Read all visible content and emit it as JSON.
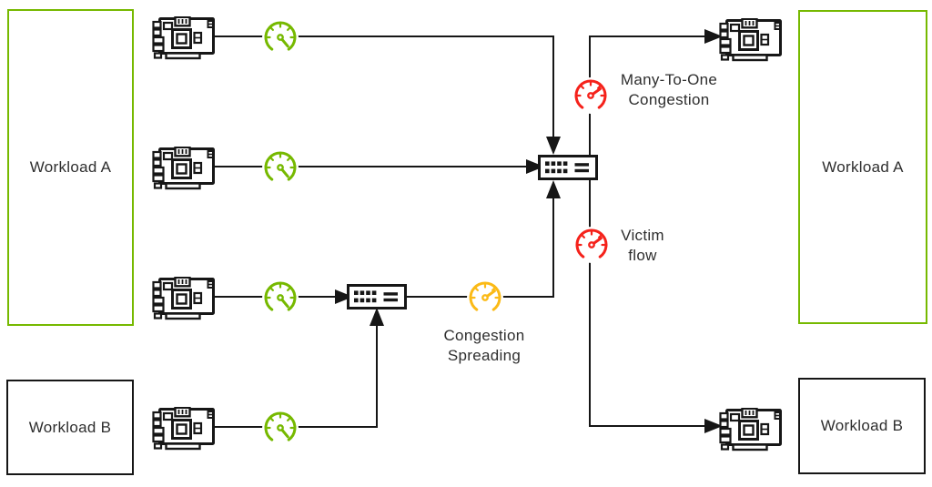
{
  "colors": {
    "green": "#76B900",
    "amber": "#FBBA16",
    "red": "#F5221B",
    "ink": "#161616",
    "text": "#2E2E2E",
    "background": "#FFFFFF"
  },
  "workload_boxes": {
    "left_a": {
      "label": "Workload A",
      "accent": "green"
    },
    "left_b": {
      "label": "Workload B",
      "accent": "dark"
    },
    "right_a": {
      "label": "Workload A",
      "accent": "green"
    },
    "right_b": {
      "label": "Workload B",
      "accent": "dark"
    }
  },
  "annotations": {
    "many_to_one": {
      "line1": "Many-To-One",
      "line2": "Congestion"
    },
    "victim": {
      "line1": "Victim",
      "line2": "flow"
    },
    "spreading": {
      "line1": "Congestion",
      "line2": "Spreading"
    }
  },
  "gauges": {
    "workload_a_flow_1": "low-green",
    "workload_a_flow_2": "low-green",
    "workload_a_flow_3": "low-green",
    "workload_b_flow": "low-green",
    "congestion_spreading": "medium-amber",
    "many_to_one_congestion": "high-red",
    "victim_flow": "high-red"
  },
  "icons": {
    "nic": "network-card-icon",
    "switch": "switch-icon",
    "gauge_low": "gauge-needle-low-icon",
    "gauge_high": "gauge-needle-high-icon",
    "arrow": "flow-arrowhead"
  }
}
